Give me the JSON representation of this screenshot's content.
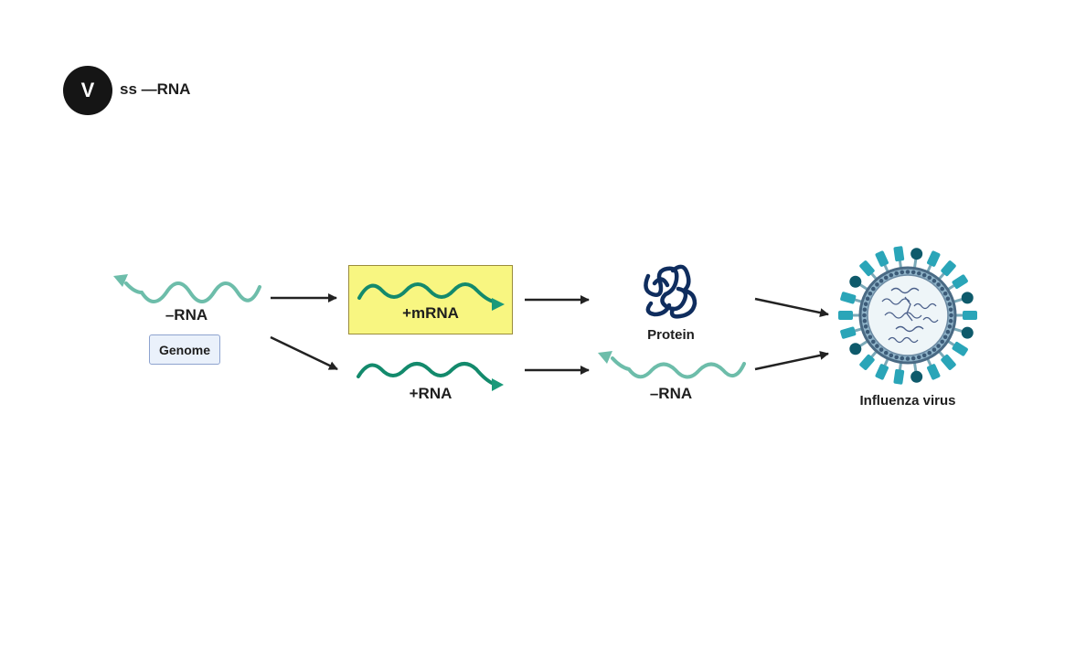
{
  "header": {
    "badge_letter": "V",
    "title": "ss —RNA"
  },
  "nodes": {
    "genome_rna_label": "–RNA",
    "genome_button": "Genome",
    "mrna_label": "+mRNA",
    "plus_rna_label": "+RNA",
    "protein_label": "Protein",
    "minus_rna_label": "–RNA",
    "virus_label": "Influenza virus"
  },
  "colors": {
    "negative_strand": "#6dbdaa",
    "positive_strand": "#138a6c",
    "mrna_box": "#f8f681",
    "protein": "#0f2d5e",
    "virus_spikes": "#2aa5b8",
    "virus_envelope": "#4a6a84"
  }
}
